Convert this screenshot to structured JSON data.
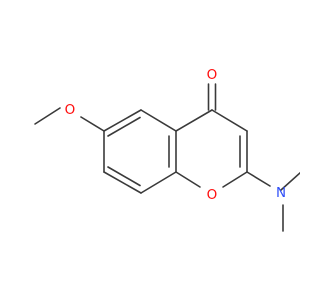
{
  "molecule": {
    "atoms": {
      "carbonyl_oxygen": {
        "symbol": "O",
        "color": "#ff0d0d"
      },
      "methoxy_oxygen": {
        "symbol": "O",
        "color": "#ff0d0d"
      },
      "ring_oxygen": {
        "symbol": "O",
        "color": "#ff0d0d"
      },
      "amine_nitrogen": {
        "symbol": "N",
        "color": "#3050f8"
      }
    },
    "bond_color": "#3a3a3a",
    "background": "#ffffff"
  }
}
